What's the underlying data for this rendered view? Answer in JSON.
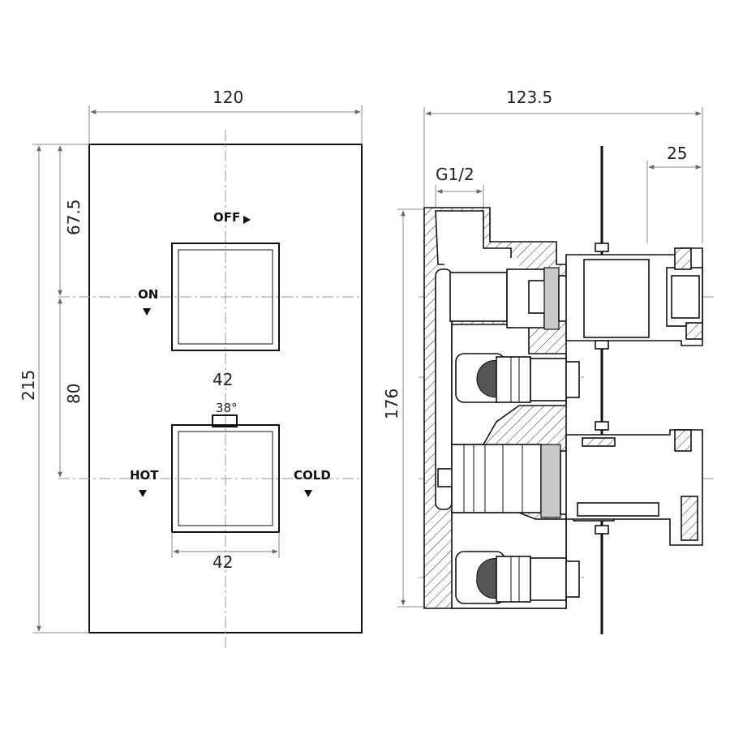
{
  "front_view": {
    "width_dim": "120",
    "height_dim": "215",
    "top_offset_dim": "67.5",
    "spacing_dim": "80",
    "knob_top_dim": "42",
    "knob_bottom_dim": "42",
    "angle_label": "38°",
    "labels": {
      "off": "OFF",
      "on": "ON",
      "hot": "HOT",
      "cold": "COLD"
    }
  },
  "side_view": {
    "depth_dim": "123.5",
    "projection_dim": "25",
    "thread_dim": "G1/2",
    "inlet_spacing_dim": "176"
  }
}
